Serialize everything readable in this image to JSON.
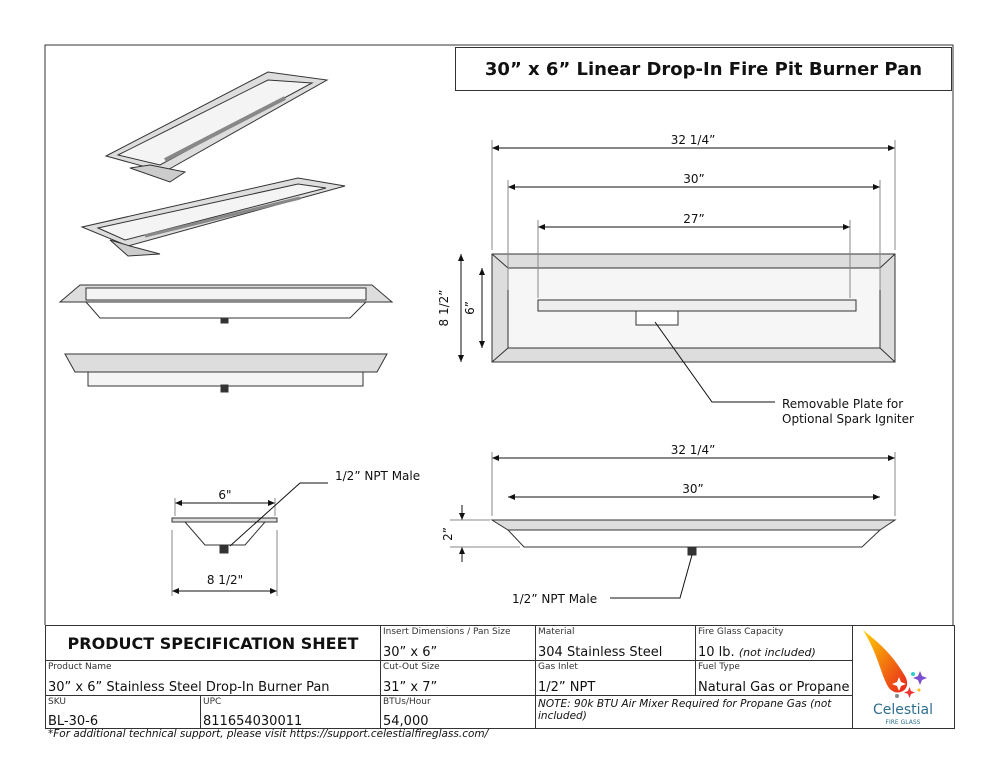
{
  "title": "30” x 6” Linear Drop-In Fire Pit Burner Pan",
  "drawing": {
    "top_view": {
      "overall_length": "32 1/4”",
      "insert_length": "30”",
      "burner_length": "27”",
      "overall_width": "8 1/2”",
      "insert_width": "6”",
      "callout_line1": "Removable Plate for",
      "callout_line2": "Optional Spark Igniter"
    },
    "side_view": {
      "overall_length": "32 1/4”",
      "insert_length": "30”",
      "height": "2”",
      "inlet_callout": "1/2” NPT Male"
    },
    "end_view": {
      "insert_width": "6\"",
      "overall_width": "8 1/2\"",
      "inlet_callout": "1/2” NPT Male"
    }
  },
  "spec": {
    "heading": "PRODUCT SPECIFICATION SHEET",
    "insert_dimensions": {
      "label": "Insert Dimensions / Pan Size",
      "value": "30” x 6”"
    },
    "material": {
      "label": "Material",
      "value": "304 Stainless Steel"
    },
    "fire_glass": {
      "label": "Fire Glass Capacity",
      "value": "10 lb.",
      "note": "(not included)"
    },
    "product_name": {
      "label": "Product Name",
      "value": "30” x 6” Stainless Steel Drop-In Burner Pan"
    },
    "cutout": {
      "label": "Cut-Out Size",
      "value": "31” x 7”"
    },
    "gas_inlet": {
      "label": "Gas Inlet",
      "value": "1/2” NPT"
    },
    "fuel": {
      "label": "Fuel Type",
      "value": "Natural Gas or Propane"
    },
    "sku": {
      "label": "SKU",
      "value": "BL-30-6"
    },
    "upc": {
      "label": "UPC",
      "value": "811654030011"
    },
    "btu": {
      "label": "BTUs/Hour",
      "value": "54,000"
    },
    "note": "NOTE: 90k BTU Air Mixer Required for Propane Gas (not included)",
    "logo": {
      "name": "Celestial",
      "sub": "FIRE GLASS",
      "color": "#2e6f8e"
    }
  },
  "footer": "*For additional technical support, please visit https://support.celestialfireglass.com/"
}
